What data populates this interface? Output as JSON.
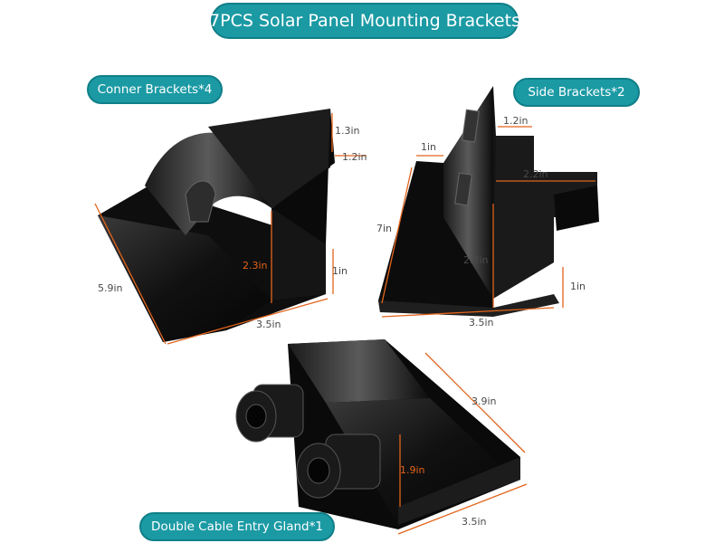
{
  "title": "7PCS Solar Panel Mounting Brackets",
  "labels": {
    "corner": "Conner Brackets*4",
    "side": "Side Brackets*2",
    "gland": "Double Cable Entry Gland*1"
  },
  "dimensions": {
    "corner_height": "1.3in",
    "corner_width": "1.2in",
    "corner_mid": "2.3in",
    "corner_base_height": "1in",
    "corner_length": "5.9in",
    "corner_depth": "3.5in",
    "side_top_width": "1.2in",
    "side_flange": "1in",
    "side_length": "7in",
    "side_inner": "2.2in",
    "side_height": "2.3in",
    "side_base_height": "1in",
    "side_depth": "3.5in",
    "gland_length": "3.9in",
    "gland_height": "1.9in",
    "gland_depth": "3.5in"
  },
  "colors": {
    "accent": "#1b9aa4",
    "dimension_line": "#e2641b",
    "product": "#141414"
  }
}
